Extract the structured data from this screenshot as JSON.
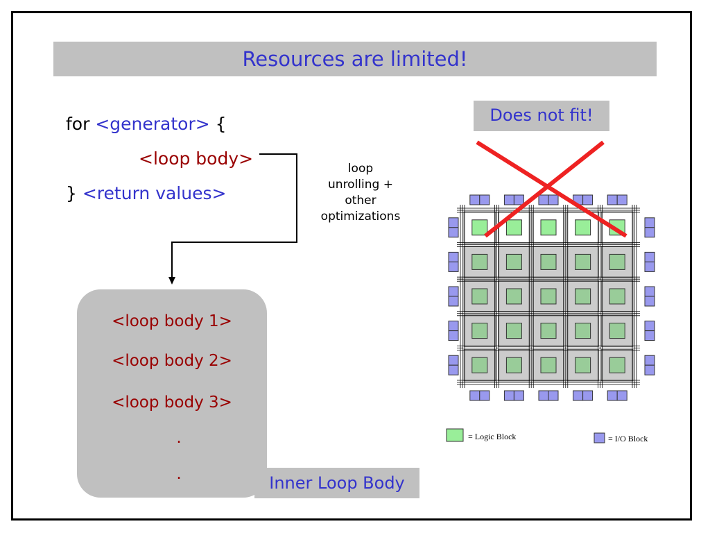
{
  "slide": {
    "title": "Resources are limited!",
    "code": {
      "for_keyword": "for",
      "generator": "<generator>",
      "open_brace": "{",
      "loop_body": "<loop body>",
      "close_brace": "}",
      "return_values": "<return values>"
    },
    "transform_note": [
      "loop",
      "unrolling +",
      "other",
      "optimizations"
    ],
    "inner_loop": {
      "items": [
        "<loop body 1>",
        "<loop body 2>",
        "<loop body 3>",
        ".",
        "."
      ],
      "label": "Inner Loop Body"
    },
    "fpga": {
      "status_label": "Does not fit!",
      "legend": {
        "logic_block": "= Logic Block",
        "io_block": "= I/O Block"
      }
    },
    "colors": {
      "title_blue": "#3333cc",
      "code_red": "#990000",
      "gray_box": "#c0c0c0",
      "logic_green": "#99cc99",
      "logic_green_bright": "#99ee99",
      "io_blue": "#9999ee",
      "cross_red": "#ee2222"
    }
  }
}
